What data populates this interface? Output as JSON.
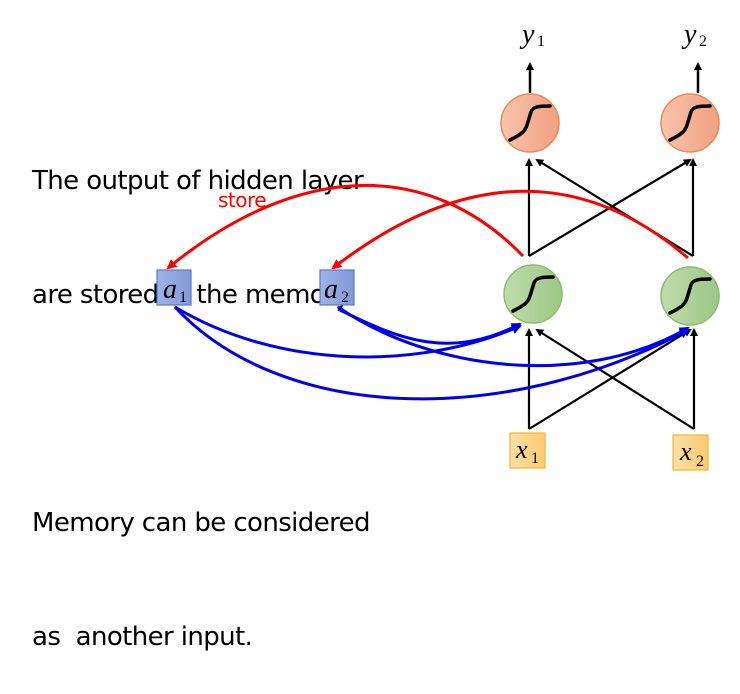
{
  "text": {
    "top_caption_line1": "The output of hidden layer",
    "top_caption_line2": "are stored in the memory.",
    "bottom_caption_line1": "Memory can be considered",
    "bottom_caption_line2": "as  another input.",
    "store_label": "store"
  },
  "nodes": {
    "outputs": [
      {
        "var": "y",
        "sub": "1"
      },
      {
        "var": "y",
        "sub": "2"
      }
    ],
    "memory": [
      {
        "var": "a",
        "sub": "1"
      },
      {
        "var": "a",
        "sub": "2"
      }
    ],
    "inputs": [
      {
        "var": "x",
        "sub": "1"
      },
      {
        "var": "x",
        "sub": "2"
      }
    ],
    "output_neurons": 2,
    "hidden_neurons": 2,
    "activation": "sigmoid"
  },
  "colors": {
    "output_neuron": "#f4a98a",
    "hidden_neuron": "#a9cf94",
    "memory_box": "#8fa7de",
    "input_box": "#fdd488",
    "store_arrow": "#ff0000",
    "memory_arrow": "#0000ee",
    "connection": "#000000"
  }
}
